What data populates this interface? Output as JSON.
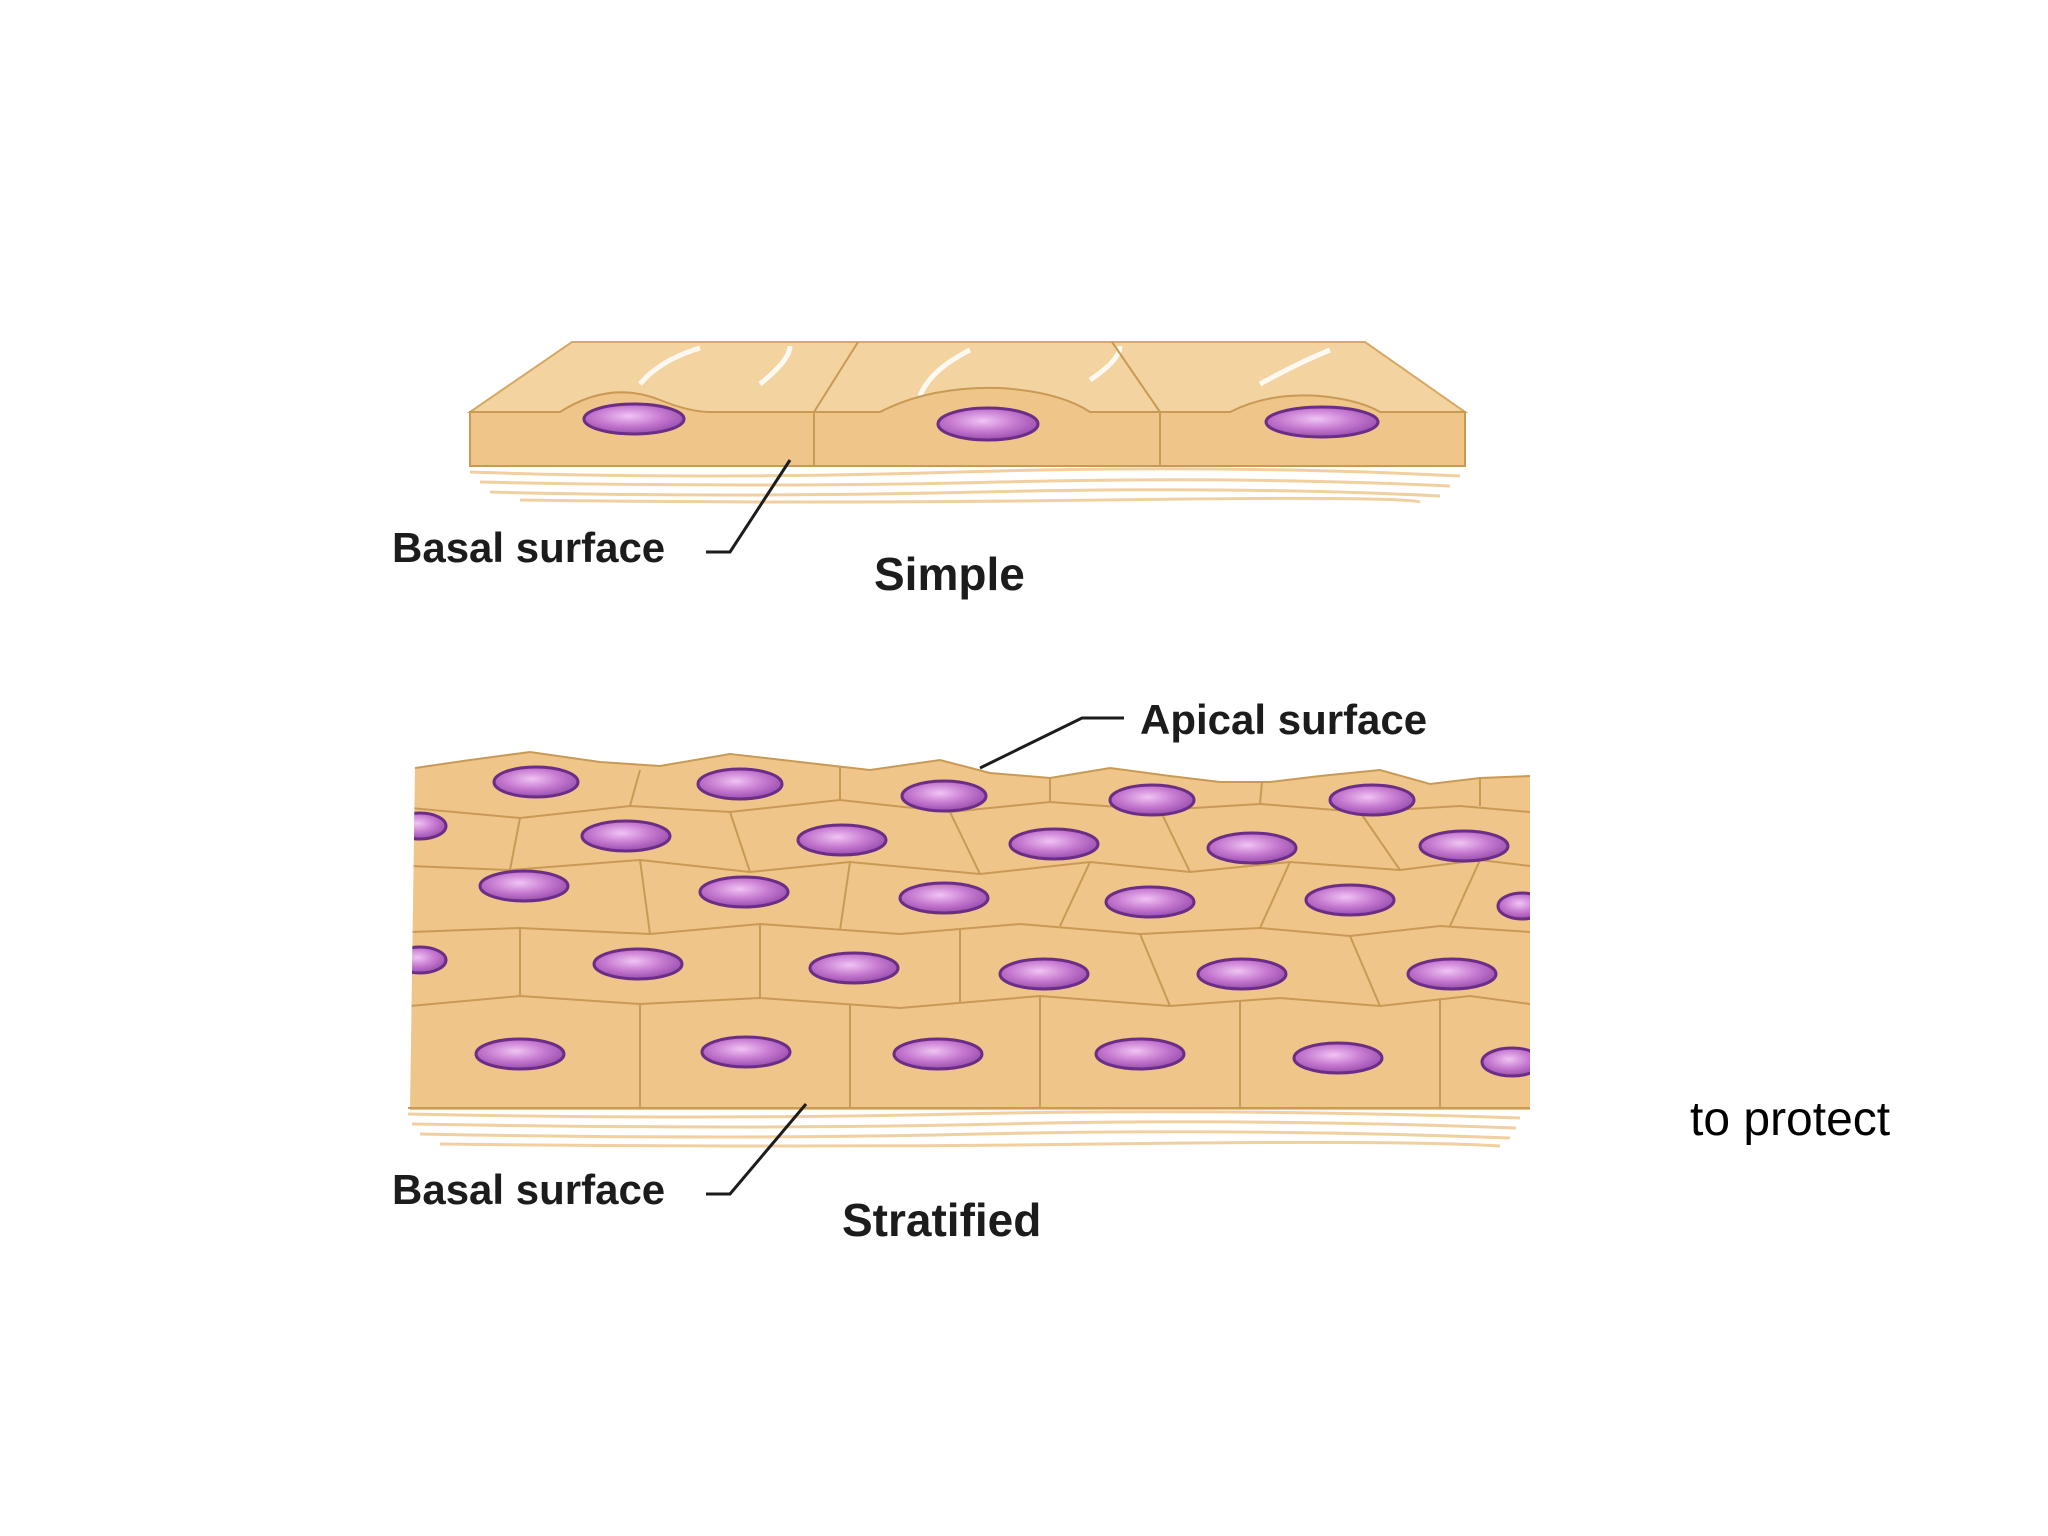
{
  "simple": {
    "basal_label": "Basal surface",
    "title": "Simple"
  },
  "stratified": {
    "apical_label": "Apical surface",
    "basal_label": "Basal surface",
    "title": "Stratified"
  },
  "side_text": "to protect",
  "colors": {
    "cell_fill": "#efc589",
    "cell_top": "#f4d39e",
    "cell_outline": "#c99a55",
    "nucleus_fill": "#c77ad0",
    "nucleus_outline": "#6b2d86",
    "background": "#ffffff"
  }
}
